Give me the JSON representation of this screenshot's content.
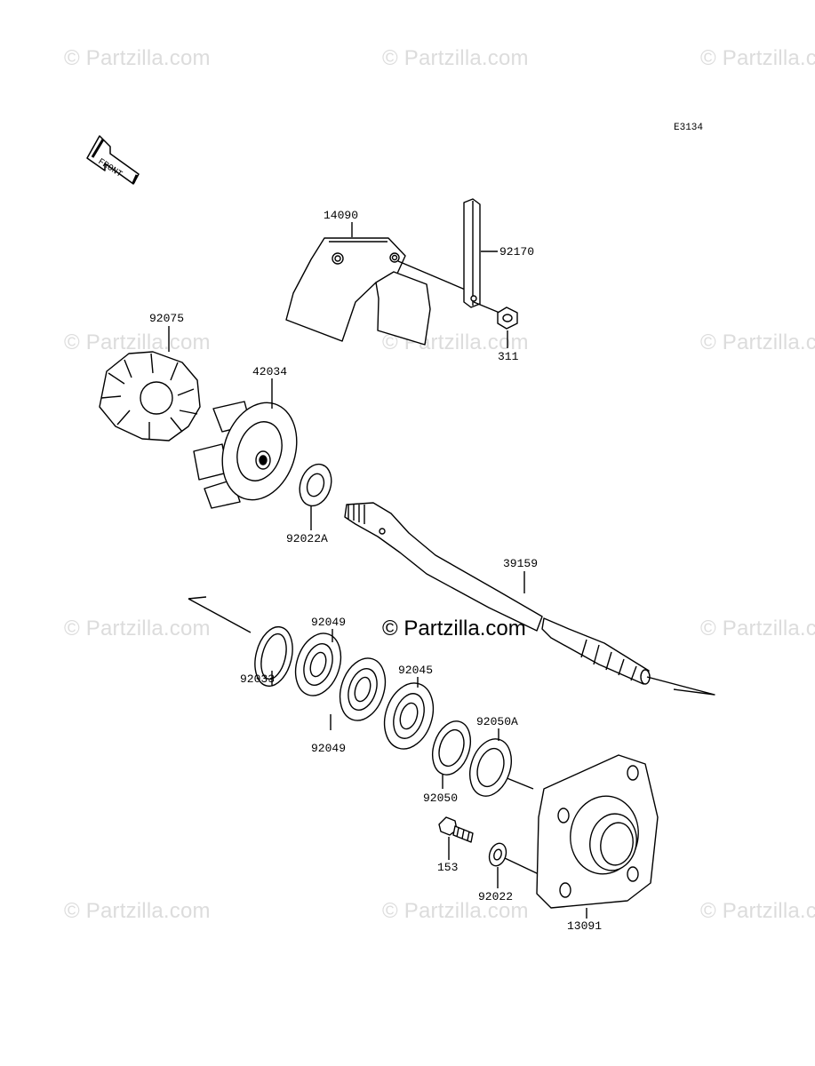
{
  "watermark": "© Partzilla.com",
  "diagram_id": "E3134",
  "front_label": "FRONT",
  "parts": {
    "p14090": "14090",
    "p92170": "92170",
    "p311": "311",
    "p92075": "92075",
    "p42034": "42034",
    "p92022A": "92022A",
    "p39159": "39159",
    "p92049a": "92049",
    "p92049b": "92049",
    "p92033": "92033",
    "p92045": "92045",
    "p92050A": "92050A",
    "p92050": "92050",
    "p153": "153",
    "p92022": "92022",
    "p13091": "13091"
  }
}
